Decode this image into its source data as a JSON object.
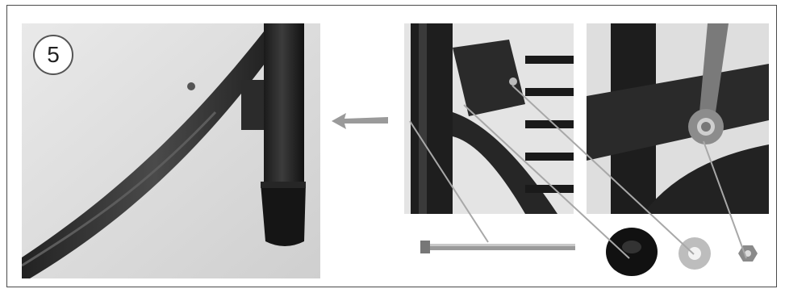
{
  "step": {
    "number": "5"
  },
  "icons": {
    "arrow": "arrow-left-icon"
  },
  "parts": [
    "bolt",
    "rubber-cap",
    "washer",
    "nut"
  ]
}
